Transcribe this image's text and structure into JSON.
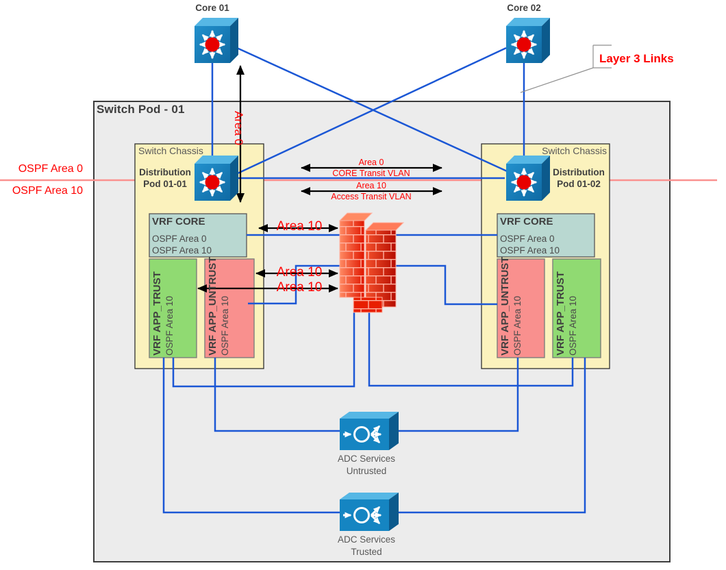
{
  "pod": {
    "title": "Switch Pod - 01"
  },
  "cores": {
    "core1": "Core 01",
    "core2": "Core 02"
  },
  "callout": {
    "layer3": "Layer 3 Links"
  },
  "ospf_boundary": {
    "above": "OSPF Area 0",
    "below": "OSPF Area 10"
  },
  "vertical_arrow": {
    "label": "Area 0"
  },
  "transit": {
    "area0": "Area 0",
    "area0_vlan": "CORE Transit VLAN",
    "area10": "Area 10",
    "area10_vlan": "Access Transit VLAN"
  },
  "firewall_arrows": {
    "top": "Area 10",
    "mid": "Area 10",
    "bottom": "Area 10"
  },
  "chassis_left": {
    "label": "Switch Chassis",
    "dist_line1": "Distribution",
    "dist_line2": "Pod 01-01",
    "vrf_core": {
      "title": "VRF CORE",
      "area1": "OSPF Area 0",
      "area2": "OSPF Area 10"
    },
    "vrf_trust": {
      "title": "VRF APP_TRUST",
      "area": "OSPF Area 10"
    },
    "vrf_untrust": {
      "title": "VRF APP_UNTRUST",
      "area": "OSPF Area 10"
    }
  },
  "chassis_right": {
    "label": "Switch Chassis",
    "dist_line1": "Distribution",
    "dist_line2": "Pod 01-02",
    "vrf_core": {
      "title": "VRF CORE",
      "area1": "OSPF Area 0",
      "area2": "OSPF Area 10"
    },
    "vrf_untrust": {
      "title": "VRF APP_UNTRUST",
      "area": "OSPF Area 10"
    },
    "vrf_trust": {
      "title": "VRF APP_TRUST",
      "area": "OSPF Area 10"
    }
  },
  "adc_untrusted": {
    "line1": "ADC Services",
    "line2": "Untrusted"
  },
  "adc_trusted": {
    "line1": "ADC Services",
    "line2": "Trusted"
  },
  "icons": {
    "core_switch": "layer3-switch-icon",
    "firewall": "firewall-brick-icon",
    "adc": "load-balancer-icon"
  },
  "colors": {
    "link_blue": "#1b57d5",
    "ospf_line_red": "#fa918f",
    "label_red": "#ff0000",
    "pod_gray": "#ececec",
    "chassis_yellow": "#fbf2bd",
    "vrf_core_teal": "#b9d8d1",
    "vrf_trust_green": "#90da72",
    "vrf_untrust_pink": "#f9908e"
  }
}
